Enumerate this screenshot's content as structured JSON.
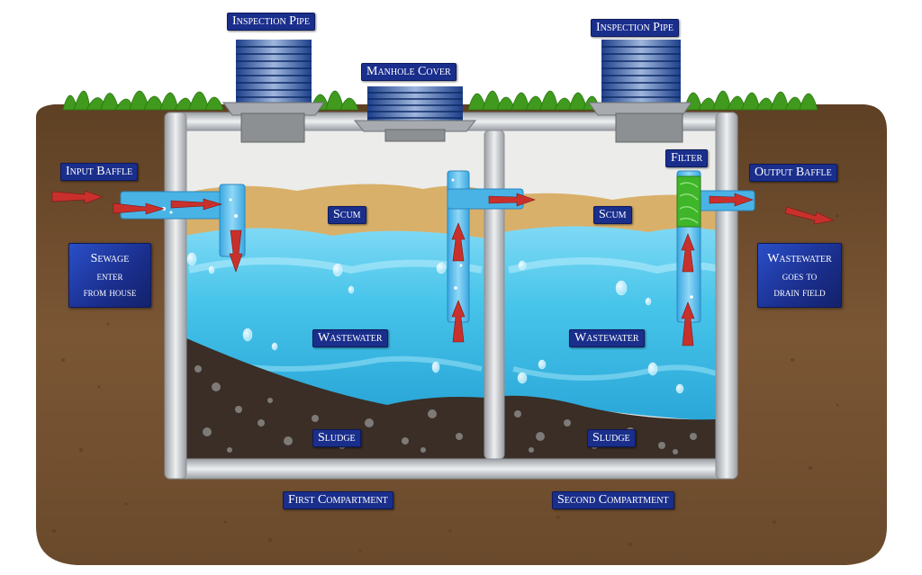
{
  "labels": {
    "inspection_pipe_left": "Inspection Pipe",
    "inspection_pipe_right": "Inspection Pipe",
    "manhole_cover": "Manhole Cover",
    "input_baffle": "Input Baffle",
    "output_baffle": "Output Baffle",
    "filter": "Filter",
    "scum_left": "Scum",
    "scum_right": "Scum",
    "wastewater_left": "Wastewater",
    "wastewater_right": "Wastewater",
    "sludge_left": "Sludge",
    "sludge_right": "Sludge",
    "first_compartment": "First Compartment",
    "second_compartment": "Second Compartment"
  },
  "sewage_box": {
    "line1": "Sewage",
    "line2": "enter",
    "line3": "from house"
  },
  "drain_box": {
    "line1": "Wastewater",
    "line2": "goes to",
    "line3": "drain field"
  },
  "colors": {
    "soil": "#6b4a2b",
    "grass": "#3f9a1e",
    "pipe": "#c9ccd0",
    "water": "#48c5ea",
    "scum": "#d9b06a",
    "sludge": "#3a2e26",
    "filter": "#3fb52a",
    "arrow": "#c9302c",
    "label_bg": "#1a2e8c"
  }
}
